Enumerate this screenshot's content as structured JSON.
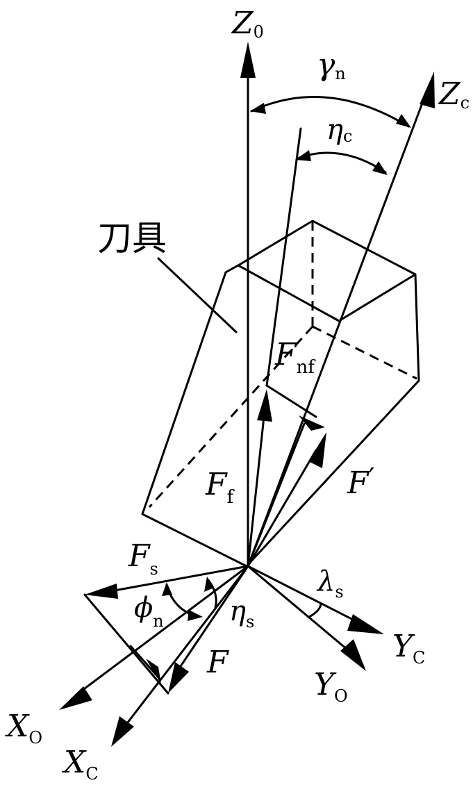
{
  "labels": {
    "z0": {
      "main": "Z",
      "sub": "0"
    },
    "zc": {
      "main": "Z",
      "sub": "c"
    },
    "gamma_n": {
      "main": "γ",
      "sub": "n"
    },
    "eta_c": {
      "main": "η",
      "sub": "c"
    },
    "tool": "刀具",
    "f_nf": {
      "main": "F",
      "sub": "nf"
    },
    "f_f": {
      "main": "F",
      "sub": "f"
    },
    "f_prime": {
      "main": "F",
      "sub": "′"
    },
    "f_s": {
      "main": "F",
      "sub": "s"
    },
    "phi_n": {
      "main": "ϕ",
      "sub": "n"
    },
    "eta_s": {
      "main": "η",
      "sub": "s"
    },
    "f": {
      "main": "F"
    },
    "lambda_s": {
      "main": "λ",
      "sub": "s"
    },
    "yc": {
      "main": "Y",
      "sub": "C"
    },
    "yo": {
      "main": "Y",
      "sub": "O"
    },
    "xo": {
      "main": "X",
      "sub": "O"
    },
    "xc": {
      "main": "X",
      "sub": "C"
    }
  }
}
